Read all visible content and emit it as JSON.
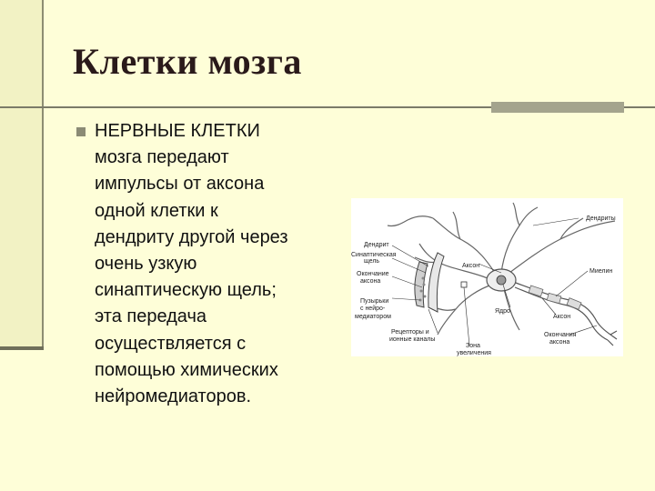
{
  "slide": {
    "title": "Клетки мозга",
    "body": "НЕРВНЫЕ КЛЕТКИ\nмозга передают\nимпульсы от аксона\nодной клетки к\nдендриту другой через\nочень узкую\nсинаптическую щель;\nэта передача\nосуществляется с\nпомощью химических\nнейромедиаторов."
  },
  "figure": {
    "labels": {
      "dendrites": "Дендриты",
      "dendrite": "Дендрит",
      "synaptic_cleft_1": "Синаптическая",
      "synaptic_cleft_2": "щель",
      "axon_terminal_1": "Окончание",
      "axon_terminal_2": "аксона",
      "axon_upper": "Аксон",
      "myelin": "Миелин",
      "vesicles_1": "Пузырьки",
      "vesicles_2": "с нейро-",
      "vesicles_3": "медиатором",
      "nucleus": "Ядро",
      "axon_lower": "Аксон",
      "receptors_1": "Рецепторы и",
      "receptors_2": "ионные каналы",
      "zoom_1": "Зона",
      "zoom_2": "увеличения",
      "terminals_1": "Окончания",
      "terminals_2": "аксона"
    }
  }
}
